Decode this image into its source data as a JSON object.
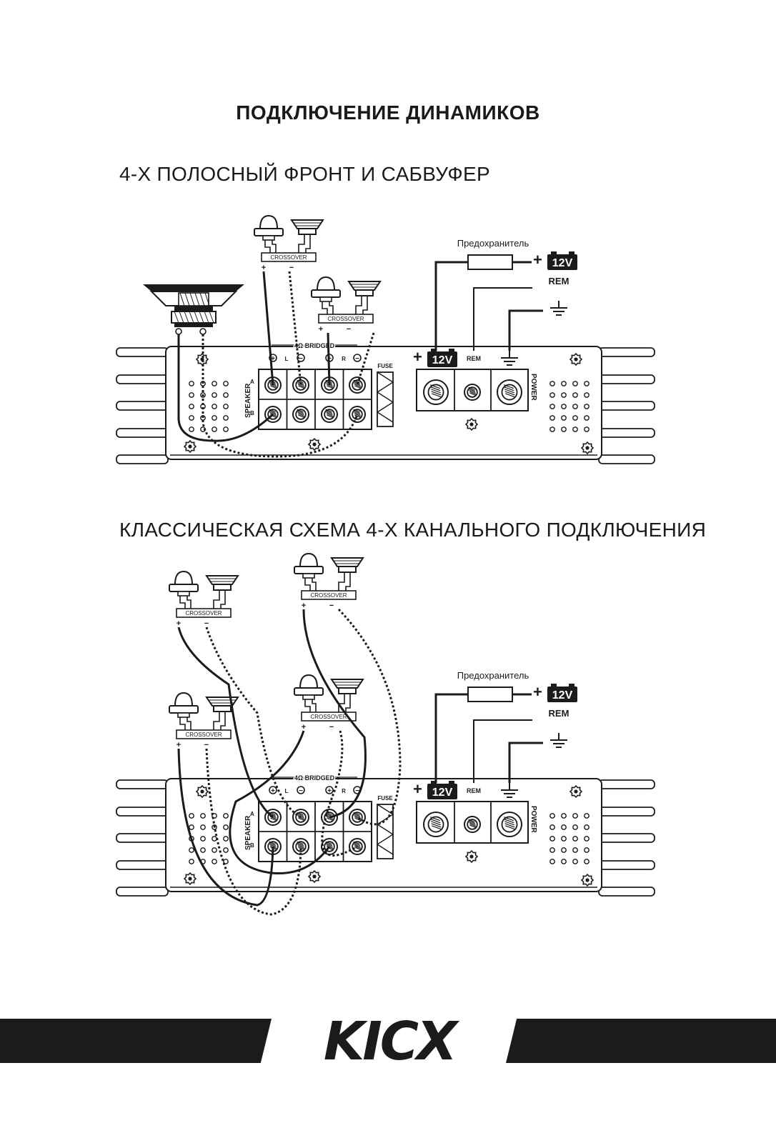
{
  "title": "ПОДКЛЮЧЕНИЕ ДИНАМИКОВ",
  "section1": {
    "heading": "4-Х ПОЛОСНЫЙ ФРОНТ И САБВУФЕР"
  },
  "section2": {
    "heading": "КЛАССИЧЕСКАЯ СХЕМА 4-Х КАНАЛЬНОГО ПОДКЛЮЧЕНИЯ"
  },
  "labels": {
    "fuse_label": "Предохранитель",
    "battery": "12V",
    "rem": "REM",
    "fuse": "FUSE",
    "power": "POWER",
    "speaker": "SPEAKER",
    "bridged": "4Ω BRIDGED",
    "crossover": "CROSSOVER",
    "ch_a": "A",
    "ch_b": "B",
    "ch_l": "L",
    "ch_r": "R",
    "plus": "+",
    "minus": "−"
  },
  "brand": {
    "logo": "KICX"
  }
}
